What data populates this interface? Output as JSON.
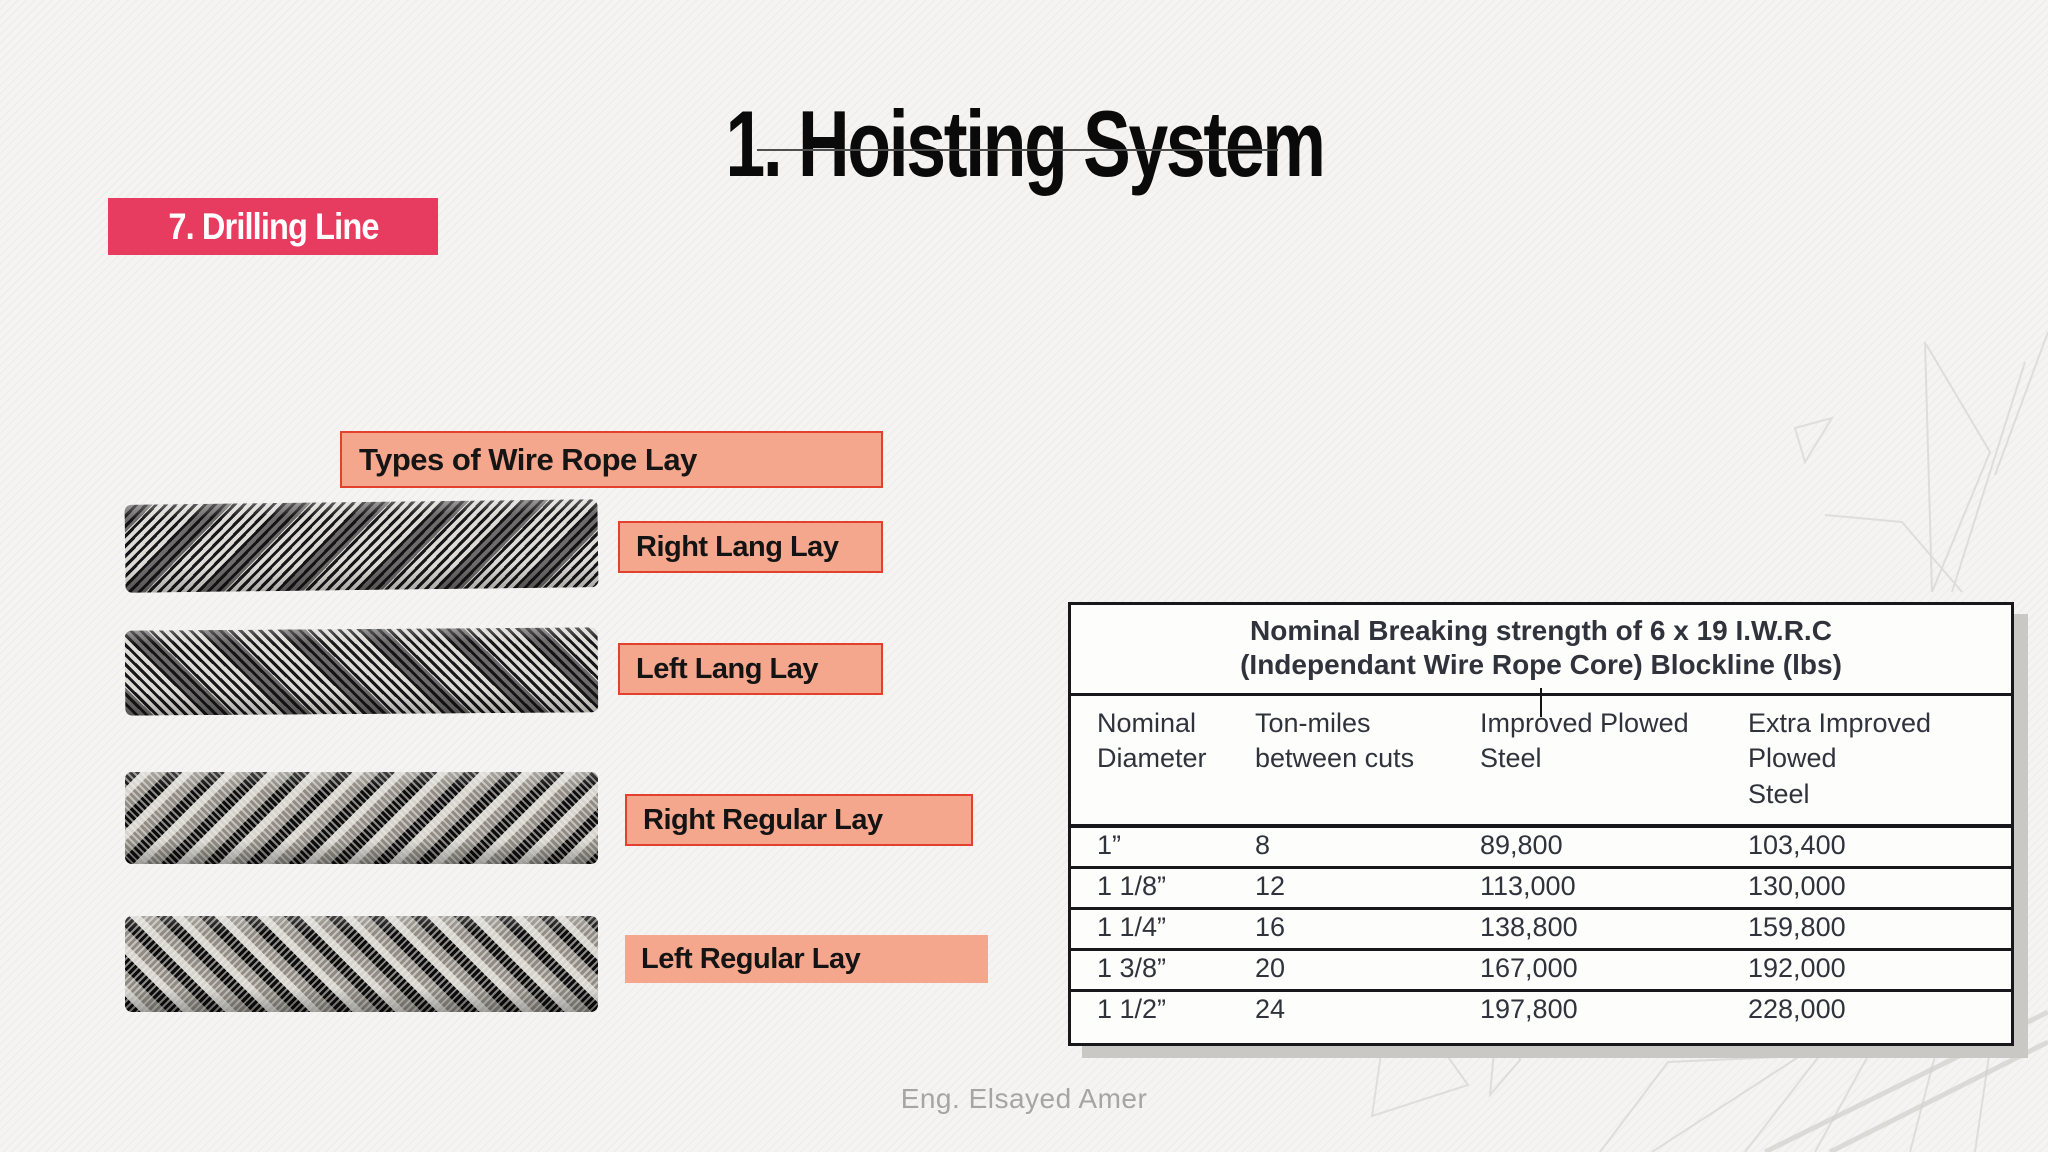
{
  "slide": {
    "title": "1. Hoisting System",
    "badge": "7. Drilling Line",
    "section_heading": "Types of Wire Rope Lay",
    "footer": "Eng. Elsayed Amer"
  },
  "rope_labels": [
    {
      "label": "Right Lang Lay"
    },
    {
      "label": "Left Lang Lay"
    },
    {
      "label": "Right Regular Lay"
    },
    {
      "label": "Left Regular Lay"
    }
  ],
  "table": {
    "title_line1": "Nominal Breaking strength of 6 x 19 I.W.R.C",
    "title_line2": "(Independant Wire Rope Core) Blockline (lbs)",
    "columns": [
      [
        "Nominal",
        "Diameter"
      ],
      [
        "Ton-miles",
        "between cuts"
      ],
      [
        "Improved Plowed",
        "Steel"
      ],
      [
        "Extra Improved Plowed",
        "Steel"
      ]
    ],
    "rows": [
      [
        "1”",
        "8",
        "89,800",
        "103,400"
      ],
      [
        "1 1/8”",
        "12",
        "113,000",
        "130,000"
      ],
      [
        "1 1/4”",
        "16",
        "138,800",
        "159,800"
      ],
      [
        "1 3/8”",
        "20",
        "167,000",
        "192,000"
      ],
      [
        "1 1/2”",
        "24",
        "197,800",
        "228,000"
      ]
    ]
  },
  "colors": {
    "badge_pink": "#e73c5f",
    "label_salmon": "#f5a78e",
    "label_border_red": "#e3402d",
    "table_border": "#17171c",
    "table_shadow": "#cac8c5",
    "background": "#f5f4f2",
    "footer_gray": "#a7a4a1"
  }
}
